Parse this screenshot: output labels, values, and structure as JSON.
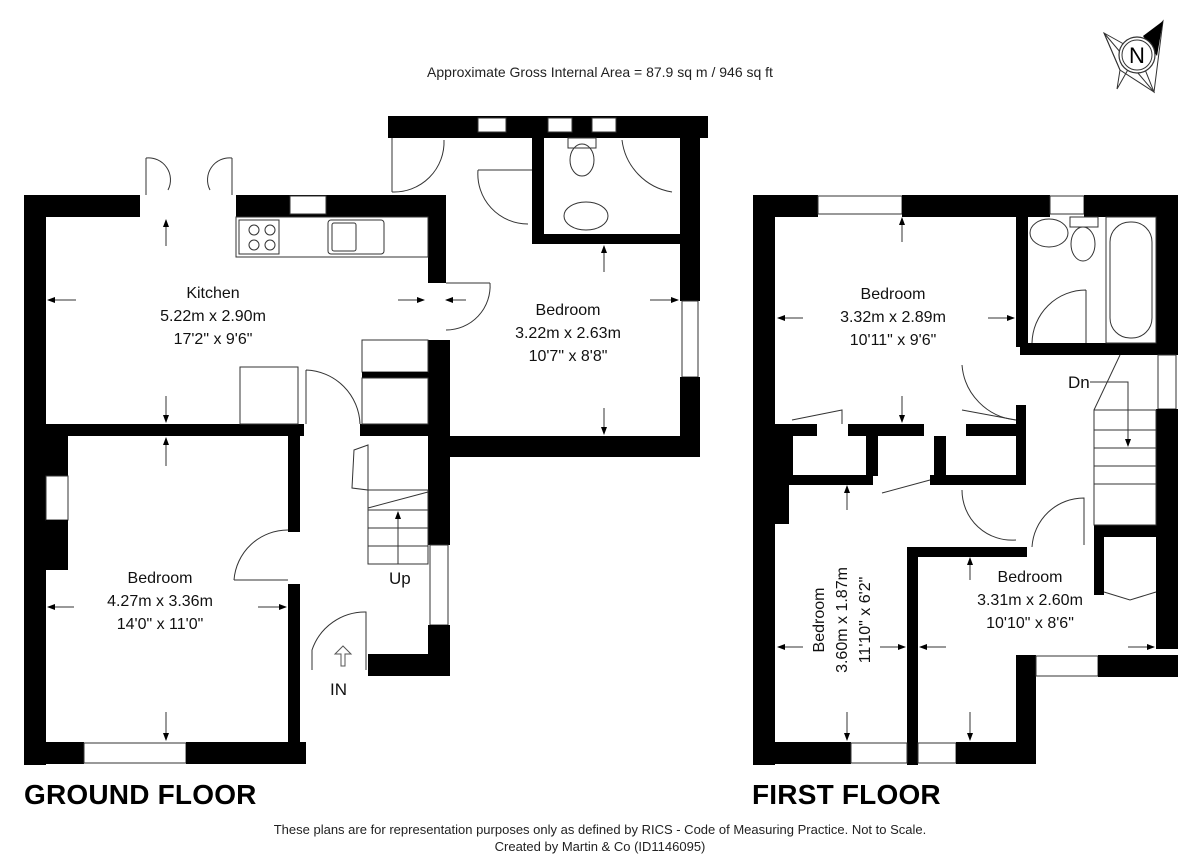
{
  "header": {
    "gross_internal_area": "Approximate Gross Internal Area = 87.9 sq m / 946 sq ft",
    "compass_label": "N"
  },
  "ground_floor": {
    "title": "GROUND FLOOR",
    "rooms": [
      {
        "name": "Kitchen",
        "metric": "5.22m x 2.90m",
        "imperial": "17'2\" x 9'6\""
      },
      {
        "name": "Bedroom",
        "metric": "3.22m x 2.63m",
        "imperial": "10'7\" x 8'8\""
      },
      {
        "name": "Bedroom",
        "metric": "4.27m x 3.36m",
        "imperial": "14'0\" x 11'0\""
      }
    ],
    "stairs_label": "Up",
    "entrance_label": "IN"
  },
  "first_floor": {
    "title": "FIRST FLOOR",
    "rooms": [
      {
        "name": "Bedroom",
        "metric": "3.32m x 2.89m",
        "imperial": "10'11\" x 9'6\""
      },
      {
        "name": "Bedroom",
        "metric": "3.60m x 1.87m",
        "imperial": "11'10\" x 6'2\""
      },
      {
        "name": "Bedroom",
        "metric": "3.31m x 2.60m",
        "imperial": "10'10\" x 8'6\""
      }
    ],
    "stairs_label": "Dn"
  },
  "footer": {
    "disclaimer": "These plans are for representation purposes only as defined by RICS - Code of Measuring Practice. Not to Scale.",
    "credit": "Created by Martin & Co (ID1146095)"
  }
}
